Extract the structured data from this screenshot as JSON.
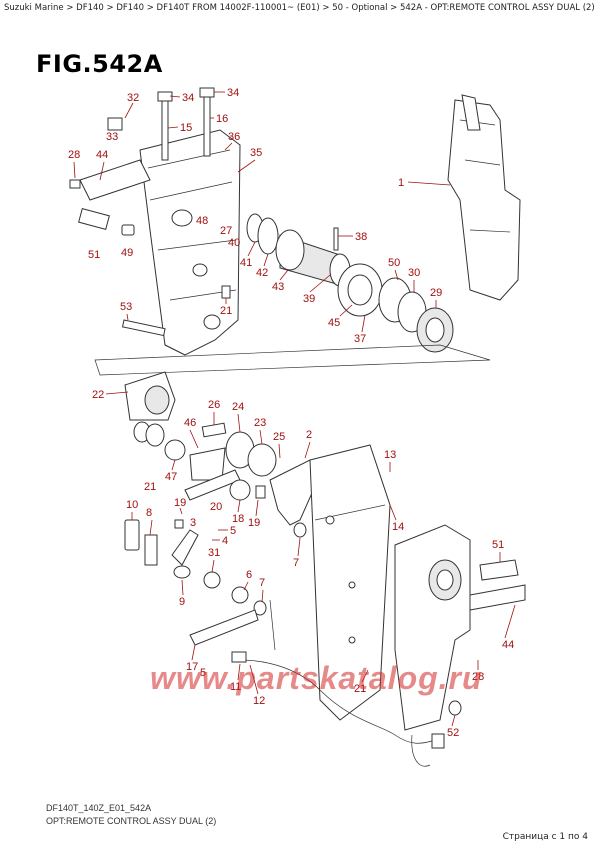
{
  "breadcrumb": "Suzuki Marine > DF140 > DF140 > DF140T FROM 14002F-110001~ (E01) > 50 - Optional > 542A - OPT:REMOTE CONTROL ASSY DUAL (2)",
  "figure_title": "FIG.542A",
  "footer": {
    "code": "DF140T_140Z_E01_542A",
    "description": "OPT:REMOTE CONTROL ASSY DUAL (2)",
    "pager": "Страница с 1 по 4"
  },
  "watermark": "www.partskatalog.ru",
  "callouts": [
    {
      "n": "32"
    },
    {
      "n": "34"
    },
    {
      "n": "34"
    },
    {
      "n": "15"
    },
    {
      "n": "16"
    },
    {
      "n": "33"
    },
    {
      "n": "36"
    },
    {
      "n": "28"
    },
    {
      "n": "44"
    },
    {
      "n": "35"
    },
    {
      "n": "1"
    },
    {
      "n": "48"
    },
    {
      "n": "27"
    },
    {
      "n": "40"
    },
    {
      "n": "38"
    },
    {
      "n": "51"
    },
    {
      "n": "49"
    },
    {
      "n": "41"
    },
    {
      "n": "42"
    },
    {
      "n": "43"
    },
    {
      "n": "39"
    },
    {
      "n": "50"
    },
    {
      "n": "30"
    },
    {
      "n": "29"
    },
    {
      "n": "53"
    },
    {
      "n": "21"
    },
    {
      "n": "45"
    },
    {
      "n": "37"
    },
    {
      "n": "22"
    },
    {
      "n": "26"
    },
    {
      "n": "24"
    },
    {
      "n": "46"
    },
    {
      "n": "23"
    },
    {
      "n": "25"
    },
    {
      "n": "2"
    },
    {
      "n": "13"
    },
    {
      "n": "47"
    },
    {
      "n": "21"
    },
    {
      "n": "10"
    },
    {
      "n": "19"
    },
    {
      "n": "20"
    },
    {
      "n": "18"
    },
    {
      "n": "8"
    },
    {
      "n": "3"
    },
    {
      "n": "5"
    },
    {
      "n": "4"
    },
    {
      "n": "19"
    },
    {
      "n": "14"
    },
    {
      "n": "31"
    },
    {
      "n": "7"
    },
    {
      "n": "51"
    },
    {
      "n": "6"
    },
    {
      "n": "7"
    },
    {
      "n": "9"
    },
    {
      "n": "44"
    },
    {
      "n": "17"
    },
    {
      "n": "5"
    },
    {
      "n": "11"
    },
    {
      "n": "21"
    },
    {
      "n": "28"
    },
    {
      "n": "12"
    },
    {
      "n": "52"
    }
  ]
}
